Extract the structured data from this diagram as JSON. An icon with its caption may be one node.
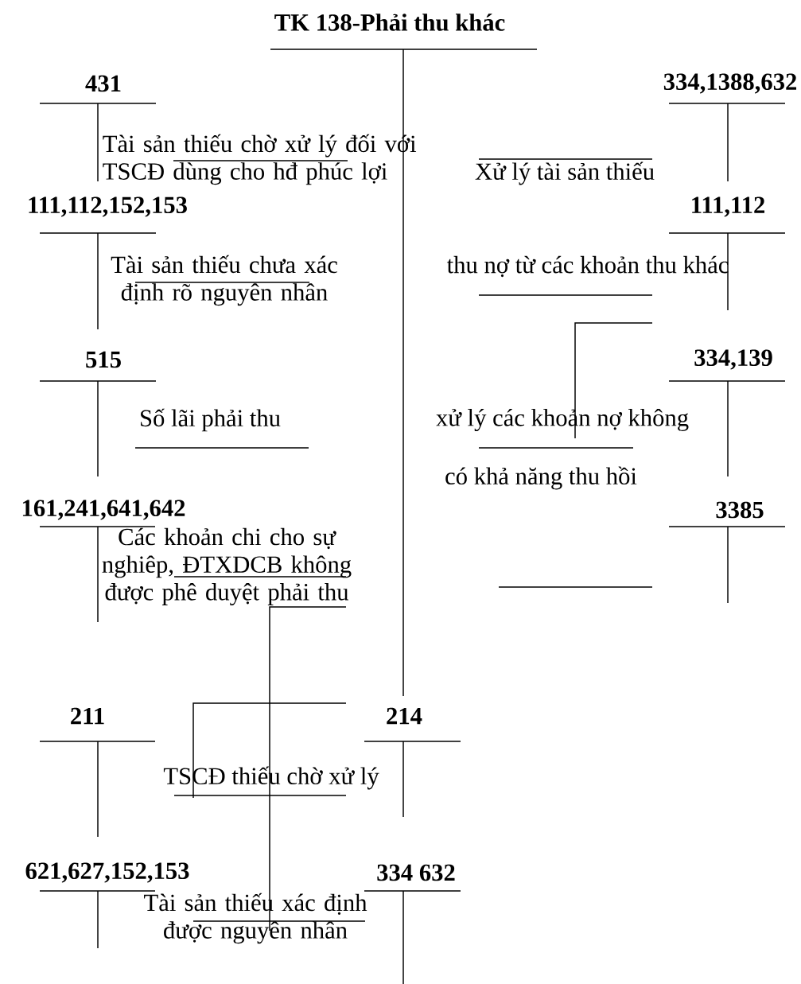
{
  "diagram": {
    "nodes": [
      {
        "text": [
          "TK 138-Phải thu khác"
        ]
      },
      {
        "text": [
          "431"
        ]
      },
      {
        "text": [
          "334,1388,632"
        ]
      },
      {
        "text": [
          "111,112,152,153"
        ]
      },
      {
        "text": [
          "111,112"
        ]
      },
      {
        "text": [
          "515"
        ]
      },
      {
        "text": [
          "334,139"
        ]
      },
      {
        "text": [
          "161,241,641,642"
        ]
      },
      {
        "text": [
          "3385"
        ]
      },
      {
        "text": [
          "211"
        ]
      },
      {
        "text": [
          "214"
        ]
      },
      {
        "text": [
          "621,627,152,153"
        ]
      },
      {
        "text": [
          "334 632"
        ]
      }
    ],
    "labels": [
      "Tài sản thiếu chờ xử lý đối với TSCĐ dùng cho hđ phúc lợi",
      "Xử lý tài sản thiếu",
      "Tài sản thiếu chưa xác định rõ nguyên nhân",
      "thu nợ từ các khoản thu khác",
      "Số lãi phải thu",
      "xử lý các khoản nợ không",
      "có khả năng thu hồi",
      "Các khoản chi cho sự nghiêp, ĐTXDCB không được phê duyệt phải thu",
      "TSCĐ thiếu chờ xử lý",
      "Tài sản thiếu xác định được nguyên nhân"
    ]
  }
}
